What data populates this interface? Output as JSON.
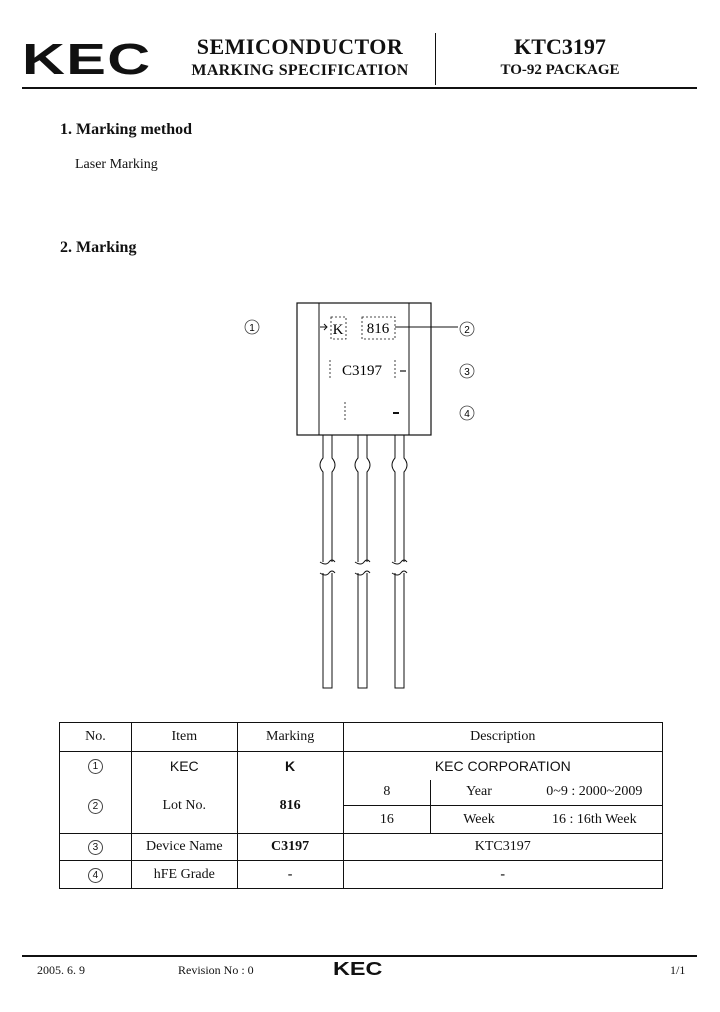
{
  "header": {
    "logo": "KEC",
    "title": "SEMICONDUCTOR",
    "subtitle": "MARKING SPECIFICATION",
    "part_number": "KTC3197",
    "package": "TO-92 PACKAGE"
  },
  "section1": {
    "heading": "1. Marking method",
    "method": "Laser Marking"
  },
  "section2": {
    "heading": "2. Marking"
  },
  "diagram": {
    "mark_k": "K",
    "mark_lot": "816",
    "mark_device": "C3197",
    "callouts": [
      "1",
      "2",
      "3",
      "4"
    ]
  },
  "table": {
    "headers": [
      "No.",
      "Item",
      "Marking",
      "Description"
    ],
    "rows": [
      {
        "no": "1",
        "item": "KEC",
        "marking": "K",
        "description": "KEC CORPORATION"
      },
      {
        "no": "2",
        "item": "Lot No.",
        "marking": "816",
        "sub": [
          {
            "code": "8",
            "label": "Year",
            "value": "0~9 : 2000~2009"
          },
          {
            "code": "16",
            "label": "Week",
            "value": "16 : 16th Week"
          }
        ]
      },
      {
        "no": "3",
        "item": "Device Name",
        "marking": "C3197",
        "description": "KTC3197"
      },
      {
        "no": "4",
        "item": "hFE Grade",
        "marking": "-",
        "description": "-"
      }
    ]
  },
  "footer": {
    "date": "2005. 6. 9",
    "revision": "Revision No : 0",
    "logo": "KEC",
    "page": "1/1"
  }
}
